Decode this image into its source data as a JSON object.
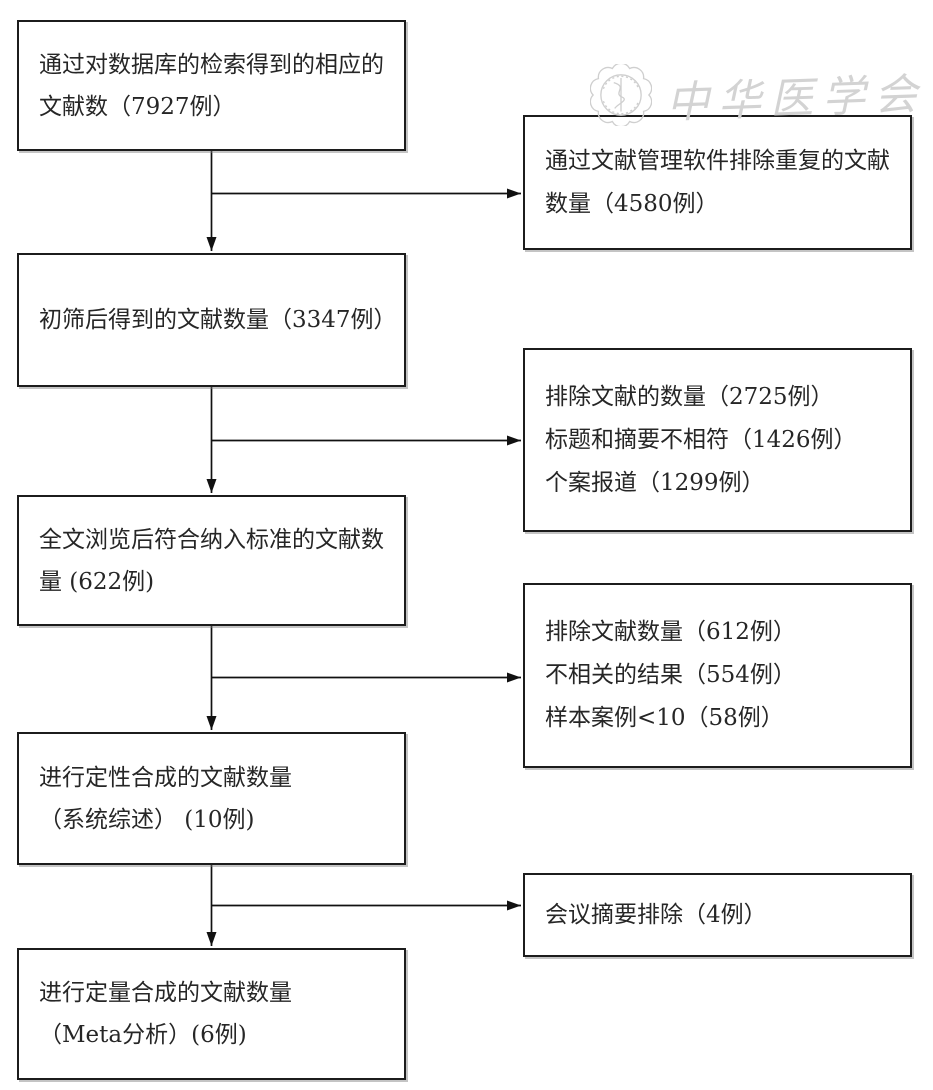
{
  "watermark": {
    "logo_icon": "chinese-medical-association-seal",
    "text": "中华医学会",
    "color": "#d3d3d3"
  },
  "colors": {
    "background": "#ffffff",
    "box_border": "#1c1c1c",
    "text": "#262626",
    "connector": "#111111"
  },
  "flowchart": {
    "left_boxes": [
      {
        "name": "database-records",
        "lines": [
          "通过对数据库的检索得到的相应的",
          "文献数（7927例）"
        ],
        "counts": [
          7927
        ]
      },
      {
        "name": "initial-screening-result",
        "lines": [
          "初筛后得到的文献数量（3347例）"
        ],
        "counts": [
          3347
        ]
      },
      {
        "name": "fulltext-eligible",
        "lines": [
          "全文浏览后符合纳入标准的文献数",
          "量 (622例)"
        ],
        "counts": [
          622
        ]
      },
      {
        "name": "qualitative-synthesis",
        "lines": [
          "进行定性合成的文献数量",
          "（系统综述） (10例)"
        ],
        "counts": [
          10
        ]
      },
      {
        "name": "quantitative-synthesis",
        "lines": [
          "进行定量合成的文献数量",
          "（Meta分析）(6例)"
        ],
        "counts": [
          6
        ]
      }
    ],
    "right_boxes": [
      {
        "name": "duplicates-removed",
        "lines": [
          "通过文献管理软件排除重复的文献",
          "数量（4580例）"
        ],
        "counts": [
          4580
        ]
      },
      {
        "name": "excluded-after-screening",
        "lines": [
          "排除文献的数量（2725例）",
          "标题和摘要不相符（1426例）",
          "个案报道（1299例）"
        ],
        "counts": [
          2725,
          1426,
          1299
        ]
      },
      {
        "name": "excluded-after-fulltext",
        "lines": [
          "排除文献数量（612例）",
          "不相关的结果（554例）",
          "样本案例<10（58例）"
        ],
        "counts": [
          612,
          554,
          58
        ]
      },
      {
        "name": "conference-abstracts-excluded",
        "lines": [
          "会议摘要排除（4例）"
        ],
        "counts": [
          4
        ]
      }
    ]
  }
}
